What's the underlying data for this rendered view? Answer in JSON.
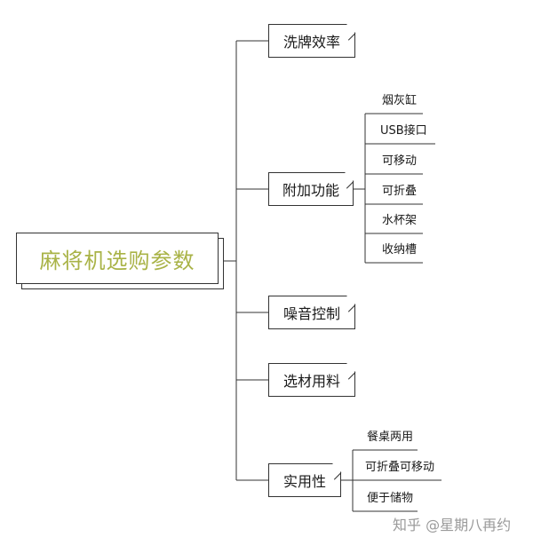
{
  "root": {
    "label": "麻将机选购参数"
  },
  "branches": [
    {
      "label": "洗牌效率",
      "children": []
    },
    {
      "label": "附加功能",
      "children": [
        "烟灰缸",
        "USB接口",
        "可移动",
        "可折叠",
        "水杯架",
        "收纳槽"
      ]
    },
    {
      "label": "噪音控制",
      "children": []
    },
    {
      "label": "选材用料",
      "children": []
    },
    {
      "label": "实用性",
      "children": [
        "餐桌两用",
        "可折叠可移动",
        "便于储物"
      ]
    }
  ],
  "watermark": "知乎 @星期八再约",
  "colors": {
    "root_text": "#a9b347",
    "lines": "#333333"
  }
}
